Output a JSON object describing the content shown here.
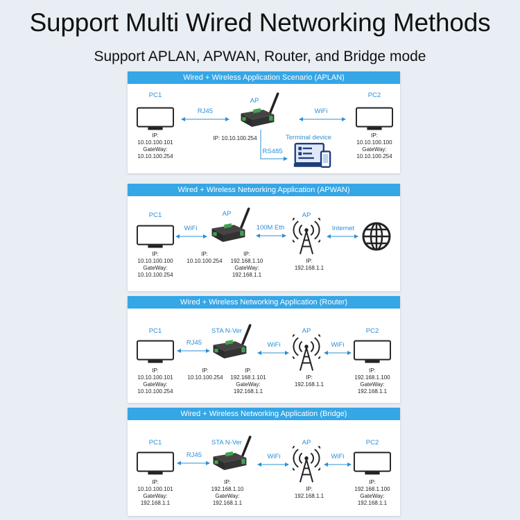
{
  "title": "Support Multi Wired Networking Methods",
  "subtitle": "Support APLAN, APWAN, Router, and Bridge mode",
  "colors": {
    "accent": "#35a6e6",
    "device_green": "#3fa34d",
    "label_blue": "#2d8fd6",
    "background": "#e9eef4"
  },
  "panels": [
    {
      "header": "Wired + Wireless Application Scenario (APLAN)",
      "pc1": "PC1",
      "rj45": "RJ45",
      "ap": "AP",
      "wifi": "WiFi",
      "pc2": "PC2",
      "pc1_ip": [
        "IP:",
        "10.10.100.101",
        "GateWay:",
        "10.10.100.254"
      ],
      "ap_ip": "IP: 10.10.100.254",
      "terminal": "Terminal device",
      "rs485": "RS485",
      "pc2_ip": [
        "IP:",
        "10.10.100.100",
        "GateWay:",
        "10.10.100.254"
      ]
    },
    {
      "header": "Wired + Wireless Networking Application (APWAN)",
      "pc1": "PC1",
      "wifi": "WiFi",
      "ap1": "AP",
      "eth": "100M Eth",
      "ap2": "AP",
      "internet": "Internet",
      "pc1_ip": [
        "IP:",
        "10.10.100.100",
        "GateWay:",
        "10.10.100.254"
      ],
      "ap1_ip_left": [
        "IP:",
        "10.10.100.254"
      ],
      "ap1_ip_right": [
        "IP:",
        "192.168.1.10",
        "GateWay:",
        "192.168.1.1"
      ],
      "ap2_ip": [
        "IP:",
        "192.168.1.1"
      ]
    },
    {
      "header": "Wired + Wireless Networking Application (Router)",
      "pc1": "PC1",
      "rj45": "RJ45",
      "sta": "STA N-Ver",
      "wifi1": "WiFi",
      "ap": "AP",
      "wifi2": "WiFi",
      "pc2": "PC2",
      "pc1_ip": [
        "IP:",
        "10.10.100.101",
        "GateWay:",
        "10.10.100.254"
      ],
      "sta_ip_left": [
        "IP:",
        "10.10.100.254"
      ],
      "sta_ip_right": [
        "IP:",
        "192.168.1.101",
        "GateWay:",
        "192.168.1.1"
      ],
      "ap_ip": [
        "IP:",
        "192.168.1.1"
      ],
      "pc2_ip": [
        "IP:",
        "192.168.1.100",
        "GateWay:",
        "192.168.1.1"
      ]
    },
    {
      "header": "Wired + Wireless Networking Application (Bridge)",
      "pc1": "PC1",
      "rj45": "RJ45",
      "sta": "STA N-Ver",
      "wifi1": "WiFi",
      "ap": "AP",
      "wifi2": "WiFi",
      "pc2": "PC2",
      "pc1_ip": [
        "IP:",
        "10.10.100.101",
        "GateWay:",
        "192.168.1.1"
      ],
      "sta_ip": [
        "IP:",
        "192.168.1.10",
        "GateWay:",
        "192.168.1.1"
      ],
      "ap_ip": [
        "IP:",
        "192.168.1.1"
      ],
      "pc2_ip": [
        "IP:",
        "192.168.1.100",
        "GateWay:",
        "192.168.1.1"
      ]
    }
  ]
}
